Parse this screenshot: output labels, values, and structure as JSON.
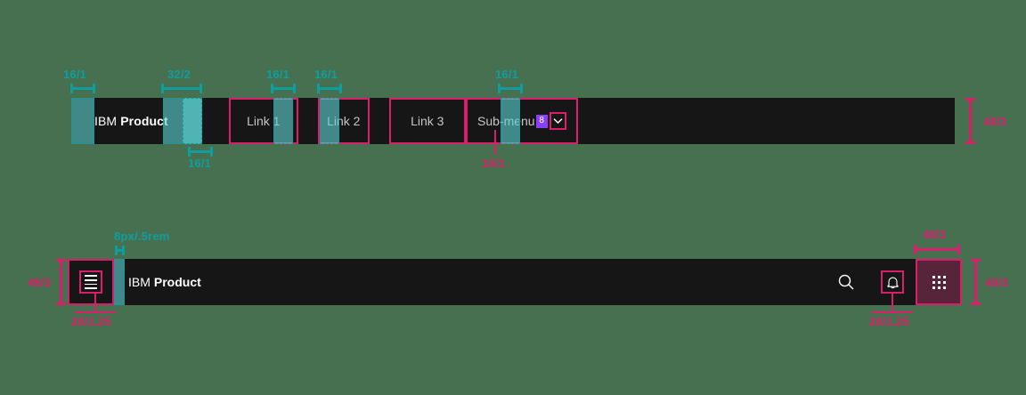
{
  "canvas": {
    "background_color": "#477050",
    "annotation_teal": "#0f9ea0",
    "annotation_pink": "#DA1E6A",
    "nav_background": "#161616",
    "badge_purple": "#8a3ffc",
    "app_switcher_background": "#57243A"
  },
  "navbar_one": {
    "brand": {
      "prefix": "IBM",
      "name": "Product"
    },
    "links": [
      {
        "label": "Link 1"
      },
      {
        "label": "Link 2"
      },
      {
        "label": "Link 3"
      }
    ],
    "submenu": {
      "label": "Sub-menu",
      "badge": "8",
      "chevron_icon": "chevron-down-icon"
    },
    "annotations": {
      "brand_left_pad": "16/1",
      "brand_right_pad": "32/2",
      "logo_gap": "16/1",
      "link_gap_1": "16/1",
      "link_gap_2": "16/1",
      "submenu_right_gap": "16/1",
      "submenu_chevron": "16/1",
      "height": "48/3"
    }
  },
  "navbar_two": {
    "brand": {
      "prefix": "IBM",
      "name": "Product"
    },
    "menu_button_icon": "hamburger-menu-icon",
    "actions": [
      {
        "icon": "search-icon"
      },
      {
        "icon": "notification-bell-icon"
      },
      {
        "icon": "app-switcher-grid-icon"
      }
    ],
    "annotations": {
      "left_height": "48/3",
      "menu_icon_size": "20/1.25",
      "brand_gap": "8px/.5rem",
      "bell_icon_size": "20/1.25",
      "app_switcher_width": "48/3",
      "app_switcher_height": "48/3"
    }
  }
}
